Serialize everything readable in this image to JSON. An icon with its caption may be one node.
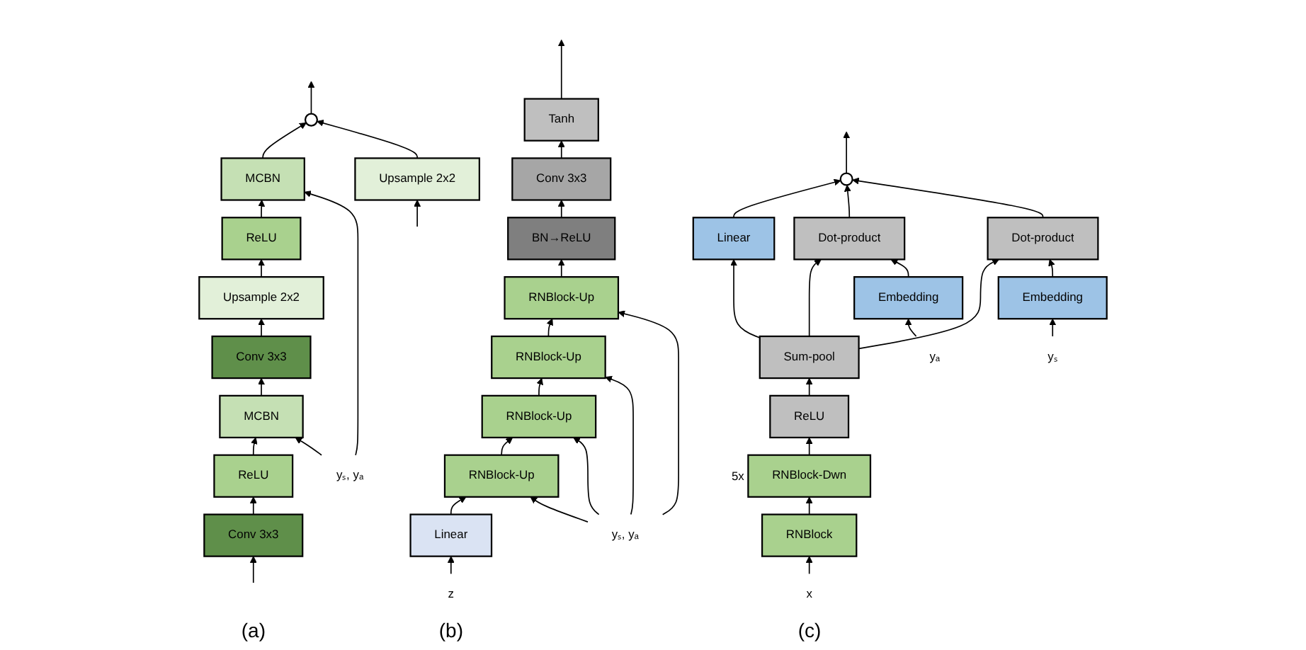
{
  "diagram": {
    "nodes": [
      {
        "text": [],
        "shape": "circle"
      },
      {
        "text": [
          "MCBN"
        ]
      },
      {
        "text": [
          "ReLU"
        ]
      },
      {
        "text": [
          "Upsample 2x2"
        ]
      },
      {
        "text": [
          "Upsample 2x2"
        ]
      },
      {
        "text": [
          "Conv 3x3"
        ]
      },
      {
        "text": [
          "MCBN"
        ]
      },
      {
        "text": [
          "ReLU"
        ]
      },
      {
        "text": [
          "Conv 3x3"
        ]
      },
      {
        "text": [
          "yₛ, yₐ"
        ]
      },
      {
        "text": [
          "Tanh"
        ]
      },
      {
        "text": [
          "Conv 3x3"
        ]
      },
      {
        "text": [
          "BN→ReLU"
        ]
      },
      {
        "text": [
          "RNBlock-Up"
        ]
      },
      {
        "text": [
          "RNBlock-Up"
        ]
      },
      {
        "text": [
          "RNBlock-Up"
        ]
      },
      {
        "text": [
          "RNBlock-Up"
        ]
      },
      {
        "text": [
          "Linear"
        ]
      },
      {
        "text": [
          "yₛ, yₐ"
        ]
      },
      {
        "text": [
          "z"
        ]
      },
      {
        "text": [],
        "shape": "circle"
      },
      {
        "text": [
          "Linear"
        ]
      },
      {
        "text": [
          "Dot-product"
        ]
      },
      {
        "text": [
          "Embedding"
        ]
      },
      {
        "text": [
          "yₐ"
        ]
      },
      {
        "text": [
          "Sum-pool"
        ]
      },
      {
        "text": [
          "Dot-product"
        ]
      },
      {
        "text": [
          "ReLU"
        ]
      },
      {
        "text": [
          "Embedding"
        ]
      },
      {
        "text": [
          "yₛ"
        ]
      },
      {
        "text": [
          "RNBlock-Dwn"
        ],
        "beside": [
          "5x"
        ]
      },
      {
        "text": [
          "RNBlock"
        ]
      },
      {
        "text": [
          "x"
        ]
      }
    ],
    "edges": [
      {
        "from": 0,
        "to": null,
        "arrow": "to"
      },
      {
        "from": 1,
        "to": 0,
        "arrow": "to"
      },
      {
        "from": 2,
        "to": 1,
        "arrow": "to"
      },
      {
        "from": 3,
        "to": 2,
        "arrow": "to"
      },
      {
        "from": 5,
        "to": 3,
        "arrow": "to"
      },
      {
        "from": 6,
        "to": 5,
        "arrow": "to"
      },
      {
        "from": 7,
        "to": 6,
        "arrow": "to"
      },
      {
        "from": 8,
        "to": 7,
        "arrow": "to"
      },
      {
        "from": null,
        "to": 8,
        "arrow": "to"
      },
      {
        "from": null,
        "to": 4,
        "arrow": "to"
      },
      {
        "from": 4,
        "to": 0,
        "arrow": "to"
      },
      {
        "from": 9,
        "to": 1,
        "arrow": "to"
      },
      {
        "from": 9,
        "to": 6,
        "arrow": "to"
      },
      {
        "from": 10,
        "to": null,
        "arrow": "to"
      },
      {
        "from": 11,
        "to": 10,
        "arrow": "to"
      },
      {
        "from": 12,
        "to": 11,
        "arrow": "to"
      },
      {
        "from": 13,
        "to": 12,
        "arrow": "to"
      },
      {
        "from": 14,
        "to": 13,
        "arrow": "to"
      },
      {
        "from": 15,
        "to": 14,
        "arrow": "to"
      },
      {
        "from": 16,
        "to": 15,
        "arrow": "to"
      },
      {
        "from": 17,
        "to": 16,
        "arrow": "to"
      },
      {
        "from": 19,
        "to": 17,
        "arrow": "to"
      },
      {
        "from": 18,
        "to": 13,
        "arrow": "to"
      },
      {
        "from": 18,
        "to": 14,
        "arrow": "to"
      },
      {
        "from": 18,
        "to": 15,
        "arrow": "to"
      },
      {
        "from": 18,
        "to": 16,
        "arrow": "to"
      },
      {
        "from": 20,
        "to": null,
        "arrow": "to"
      },
      {
        "from": 21,
        "to": 20,
        "arrow": "to"
      },
      {
        "from": 25,
        "to": 21,
        "arrow": "to"
      },
      {
        "from": 25,
        "to": 22,
        "arrow": "to"
      },
      {
        "from": 25,
        "to": 26,
        "arrow": "to"
      },
      {
        "from": 23,
        "to": 22,
        "arrow": "to"
      },
      {
        "from": 24,
        "to": 23,
        "arrow": "to"
      },
      {
        "from": 22,
        "to": 20,
        "arrow": "to"
      },
      {
        "from": 26,
        "to": 20,
        "arrow": "to"
      },
      {
        "from": 28,
        "to": 26,
        "arrow": "to"
      },
      {
        "from": 29,
        "to": 28,
        "arrow": "to"
      },
      {
        "from": 27,
        "to": 25,
        "arrow": "to"
      },
      {
        "from": 30,
        "to": 27,
        "arrow": "to"
      },
      {
        "from": 31,
        "to": 30,
        "arrow": "to"
      },
      {
        "from": 32,
        "to": 31,
        "arrow": "to"
      }
    ],
    "labels": [
      "(a)",
      "(b)",
      "(c)"
    ]
  }
}
